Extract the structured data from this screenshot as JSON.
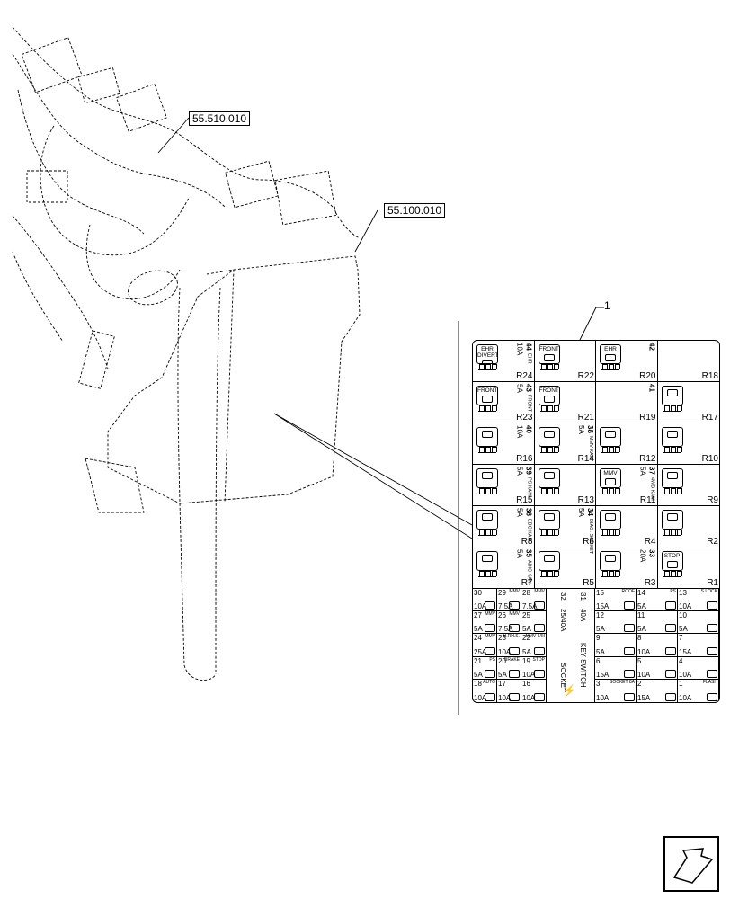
{
  "callouts": {
    "upper": "55.510.010",
    "lower": "55.100.010",
    "item_number": "1"
  },
  "fusebox": {
    "relays": [
      {
        "id": "R24",
        "text": "EHR DIVERT."
      },
      {
        "id": "R22",
        "text": "FRONT"
      },
      {
        "id": "R20",
        "text": "EHR"
      },
      {
        "id": "R18",
        "text": ""
      },
      {
        "id": "R23",
        "text": "FRONT"
      },
      {
        "id": "R21",
        "text": "FRONT"
      },
      {
        "id": "R19",
        "text": ""
      },
      {
        "id": "R17",
        "text": ""
      },
      {
        "id": "R16",
        "text": ""
      },
      {
        "id": "R14",
        "text": ""
      },
      {
        "id": "R12",
        "text": ""
      },
      {
        "id": "R10",
        "text": ""
      },
      {
        "id": "R15",
        "text": ""
      },
      {
        "id": "R13",
        "text": ""
      },
      {
        "id": "R11",
        "text": "MMV"
      },
      {
        "id": "R9",
        "text": ""
      },
      {
        "id": "R8",
        "text": ""
      },
      {
        "id": "R6",
        "text": ""
      },
      {
        "id": "R4",
        "text": ""
      },
      {
        "id": "R2",
        "text": ""
      },
      {
        "id": "R7",
        "text": ""
      },
      {
        "id": "R5",
        "text": ""
      },
      {
        "id": "R3",
        "text": ""
      },
      {
        "id": "R1",
        "text": "STOP"
      }
    ],
    "vertical_fuses": [
      {
        "num": "44",
        "label": "EHR",
        "amp": "10A"
      },
      {
        "num": "43",
        "label": "FRONT",
        "amp": "5A"
      },
      {
        "num": "42",
        "label": "",
        "amp": ""
      },
      {
        "num": "41",
        "label": "",
        "amp": ""
      },
      {
        "num": "40",
        "label": "",
        "amp": "10A"
      },
      {
        "num": "38",
        "label": "MMV KAM",
        "amp": "5A"
      },
      {
        "num": "39",
        "label": "PS KAM",
        "amp": "5A"
      },
      {
        "num": "37",
        "label": "4WD KAM",
        "amp": "5A"
      },
      {
        "num": "36",
        "label": "EDC KAM",
        "amp": "5A"
      },
      {
        "num": "34",
        "label": "DIAG. SOCKET",
        "amp": "5A"
      },
      {
        "num": "35",
        "label": "ADIC KAM",
        "amp": "5A"
      },
      {
        "num": "33",
        "label": "",
        "amp": "20A"
      }
    ],
    "fuses": [
      {
        "num": "30",
        "label": "",
        "amp": "10A"
      },
      {
        "num": "29",
        "label": "MMV",
        "amp": "7.5A"
      },
      {
        "num": "28",
        "label": "MMV",
        "amp": "7.5A"
      },
      {
        "num": "15",
        "label": "ROOF",
        "amp": "15A"
      },
      {
        "num": "14",
        "label": "PS",
        "amp": "5A"
      },
      {
        "num": "13",
        "label": "S.LOCK",
        "amp": "10A"
      },
      {
        "num": "27",
        "label": "MMV",
        "amp": "5A"
      },
      {
        "num": "26",
        "label": "MMV",
        "amp": "7.5A"
      },
      {
        "num": "25",
        "label": "",
        "amp": "5A"
      },
      {
        "num": "12",
        "label": "",
        "amp": "5A"
      },
      {
        "num": "11",
        "label": "",
        "amp": "5A"
      },
      {
        "num": "10",
        "label": "",
        "amp": "5A"
      },
      {
        "num": "24",
        "label": "MMV",
        "amp": "25A"
      },
      {
        "num": "23",
        "label": "H.RH.S.",
        "amp": "10A"
      },
      {
        "num": "22",
        "label": "MMV II/III",
        "amp": "5A"
      },
      {
        "num": "9",
        "label": "",
        "amp": "5A"
      },
      {
        "num": "8",
        "label": "",
        "amp": "10A"
      },
      {
        "num": "7",
        "label": "",
        "amp": "15A"
      },
      {
        "num": "21",
        "label": "PS",
        "amp": "5A"
      },
      {
        "num": "20",
        "label": "BRAKE",
        "amp": "5A"
      },
      {
        "num": "19",
        "label": "STOP",
        "amp": "10A"
      },
      {
        "num": "6",
        "label": "",
        "amp": "15A"
      },
      {
        "num": "5",
        "label": "",
        "amp": "10A"
      },
      {
        "num": "4",
        "label": "",
        "amp": "10A"
      },
      {
        "num": "18",
        "label": "AUTO",
        "amp": "10A"
      },
      {
        "num": "17",
        "label": "",
        "amp": "10A"
      },
      {
        "num": "16",
        "label": "",
        "amp": "10A"
      },
      {
        "num": "3",
        "label": "SOCKET 8A",
        "amp": "10A"
      },
      {
        "num": "2",
        "label": "",
        "amp": "15A"
      },
      {
        "num": "1",
        "label": "FLASH",
        "amp": "10A"
      }
    ],
    "key_switch": {
      "num_a": "32",
      "amp_a": "25/40A",
      "label_a": "SOCKET",
      "num_b": "31",
      "amp_b": "40A",
      "label_b": "KEY SWITCH"
    }
  }
}
